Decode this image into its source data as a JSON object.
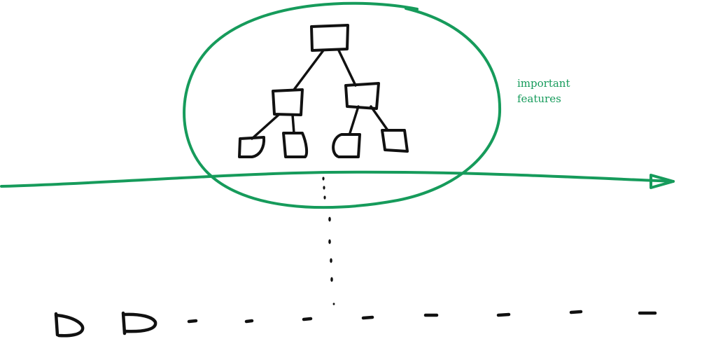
{
  "annotation": {
    "line1": "important",
    "line2": "features"
  },
  "colors": {
    "highlight": "#169b5b",
    "ink": "#111111",
    "background": "#ffffff"
  },
  "tree": {
    "levels": 3,
    "branching": 2,
    "node_count": 7
  },
  "sequence": {
    "shown_nodes": 2,
    "dash_count": 8
  }
}
